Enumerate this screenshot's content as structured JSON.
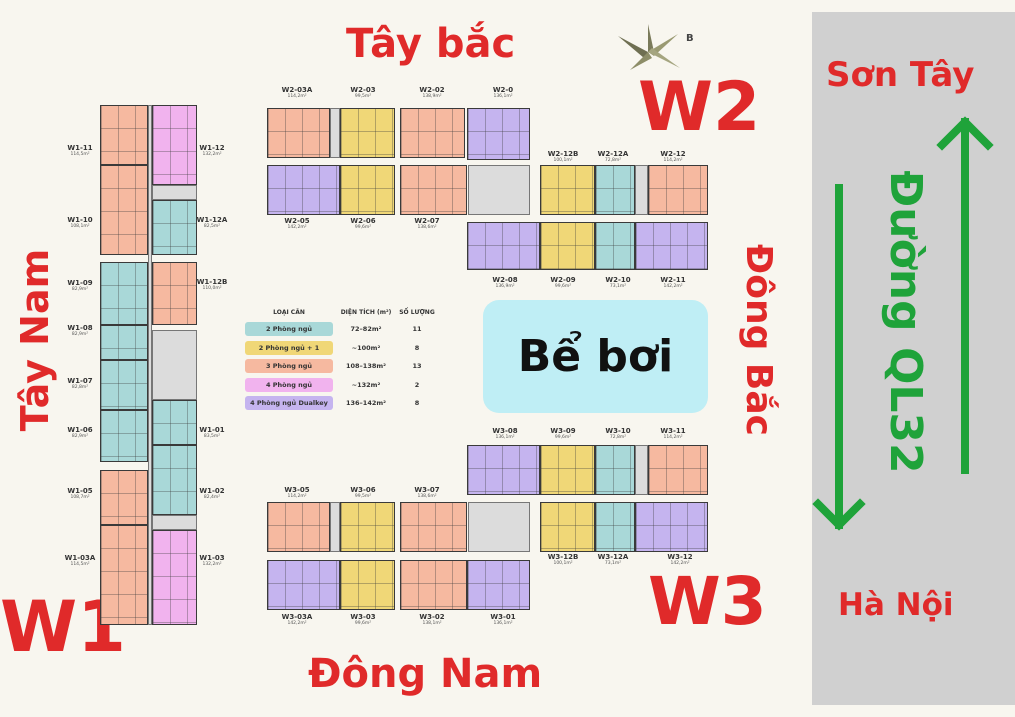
{
  "labels": {
    "tay_bac": "Tây bắc",
    "tay_nam": "Tây Nam",
    "dong_bac": "Đông Bắc",
    "dong_nam": "Đông Nam",
    "w1": "W1",
    "w2": "W2",
    "w3": "W3",
    "pool": "Bể bơi",
    "son_tay": "Sơn Tây",
    "ha_noi": "Hà Nội",
    "road": "Đường QL32"
  },
  "compass": {
    "label": "B"
  },
  "colors": {
    "red": "#e02a2a",
    "green": "#1fa33a",
    "pool": "#bfeef5",
    "road_strip": "#d0d0d0"
  },
  "legend": {
    "headers": [
      "LOẠI CĂN",
      "DIỆN TÍCH (m²)",
      "SỐ LƯỢNG"
    ],
    "rows": [
      {
        "key": "t2",
        "type": "2 Phòng ngủ",
        "area": "72–82m²",
        "count": "11",
        "color": "#a9d8d8"
      },
      {
        "key": "t2p",
        "type": "2 Phòng ngủ + 1",
        "area": "~100m²",
        "count": "8",
        "color": "#f0d777"
      },
      {
        "key": "t3",
        "type": "3 Phòng ngủ",
        "area": "108–138m²",
        "count": "13",
        "color": "#f6b9a0"
      },
      {
        "key": "t4",
        "type": "4 Phòng ngủ",
        "area": "~132m²",
        "count": "2",
        "color": "#f1b3ee"
      },
      {
        "key": "t4d",
        "type": "4 Phòng ngủ Dualkey",
        "area": "136–142m²",
        "count": "8",
        "color": "#c5b4ef"
      }
    ]
  },
  "units": [
    {
      "name": "W1-11",
      "area": "114,5m²",
      "type": "t3"
    },
    {
      "name": "W1-10",
      "area": "108,1m²",
      "type": "t3"
    },
    {
      "name": "W1-09",
      "area": "82,9m²",
      "type": "t2"
    },
    {
      "name": "W1-08",
      "area": "82,9m²",
      "type": "t2"
    },
    {
      "name": "W1-07",
      "area": "82,8m²",
      "type": "t2"
    },
    {
      "name": "W1-06",
      "area": "82,9m²",
      "type": "t2"
    },
    {
      "name": "W1-05",
      "area": "108,7m²",
      "type": "t3"
    },
    {
      "name": "W1-03A",
      "area": "114,5m²",
      "type": "t3"
    },
    {
      "name": "W1-12",
      "area": "132,2m²",
      "type": "t4"
    },
    {
      "name": "W1-12A",
      "area": "82,5m²",
      "type": "t2"
    },
    {
      "name": "W1-12B",
      "area": "110,0m²",
      "type": "t3"
    },
    {
      "name": "W1-01",
      "area": "83,5m²",
      "type": "t2"
    },
    {
      "name": "W1-02",
      "area": "82,4m²",
      "type": "t2"
    },
    {
      "name": "W1-03",
      "area": "132,2m²",
      "type": "t4"
    },
    {
      "name": "W2-03A",
      "area": "114,2m²",
      "type": "t3"
    },
    {
      "name": "W2-03",
      "area": "99,5m²",
      "type": "t2p"
    },
    {
      "name": "W2-02",
      "area": "138,9m²",
      "type": "t3"
    },
    {
      "name": "W2-0",
      "area": "136,1m²",
      "type": "t4d"
    },
    {
      "name": "W2-05",
      "area": "142,2m²",
      "type": "t4d"
    },
    {
      "name": "W2-06",
      "area": "99,6m²",
      "type": "t2p"
    },
    {
      "name": "W2-07",
      "area": "138,6m²",
      "type": "t3"
    },
    {
      "name": "W2-12B",
      "area": "100,1m²",
      "type": "t2p"
    },
    {
      "name": "W2-12A",
      "area": "72,8m²",
      "type": "t2"
    },
    {
      "name": "W2-12",
      "area": "114,2m²",
      "type": "t3"
    },
    {
      "name": "W2-08",
      "area": "136,9m²",
      "type": "t4d"
    },
    {
      "name": "W2-09",
      "area": "99,6m²",
      "type": "t2p"
    },
    {
      "name": "W2-10",
      "area": "73,1m²",
      "type": "t2"
    },
    {
      "name": "W2-11",
      "area": "142,2m²",
      "type": "t4d"
    },
    {
      "name": "W3-08",
      "area": "136,1m²",
      "type": "t4d"
    },
    {
      "name": "W3-09",
      "area": "99,6m²",
      "type": "t2p"
    },
    {
      "name": "W3-10",
      "area": "72,8m²",
      "type": "t2"
    },
    {
      "name": "W3-11",
      "area": "114,2m²",
      "type": "t3"
    },
    {
      "name": "W3-05",
      "area": "114,2m²",
      "type": "t3"
    },
    {
      "name": "W3-06",
      "area": "99,5m²",
      "type": "t2p"
    },
    {
      "name": "W3-07",
      "area": "138,6m²",
      "type": "t3"
    },
    {
      "name": "W3-12B",
      "area": "100,1m²",
      "type": "t2p"
    },
    {
      "name": "W3-12A",
      "area": "73,1m²",
      "type": "t2"
    },
    {
      "name": "W3-12",
      "area": "142,2m²",
      "type": "t4d"
    },
    {
      "name": "W3-03A",
      "area": "142,2m²",
      "type": "t4d"
    },
    {
      "name": "W3-03",
      "area": "99,6m²",
      "type": "t2p"
    },
    {
      "name": "W3-02",
      "area": "138,1m²",
      "type": "t3"
    },
    {
      "name": "W3-01",
      "area": "136,1m²",
      "type": "t4d"
    }
  ]
}
